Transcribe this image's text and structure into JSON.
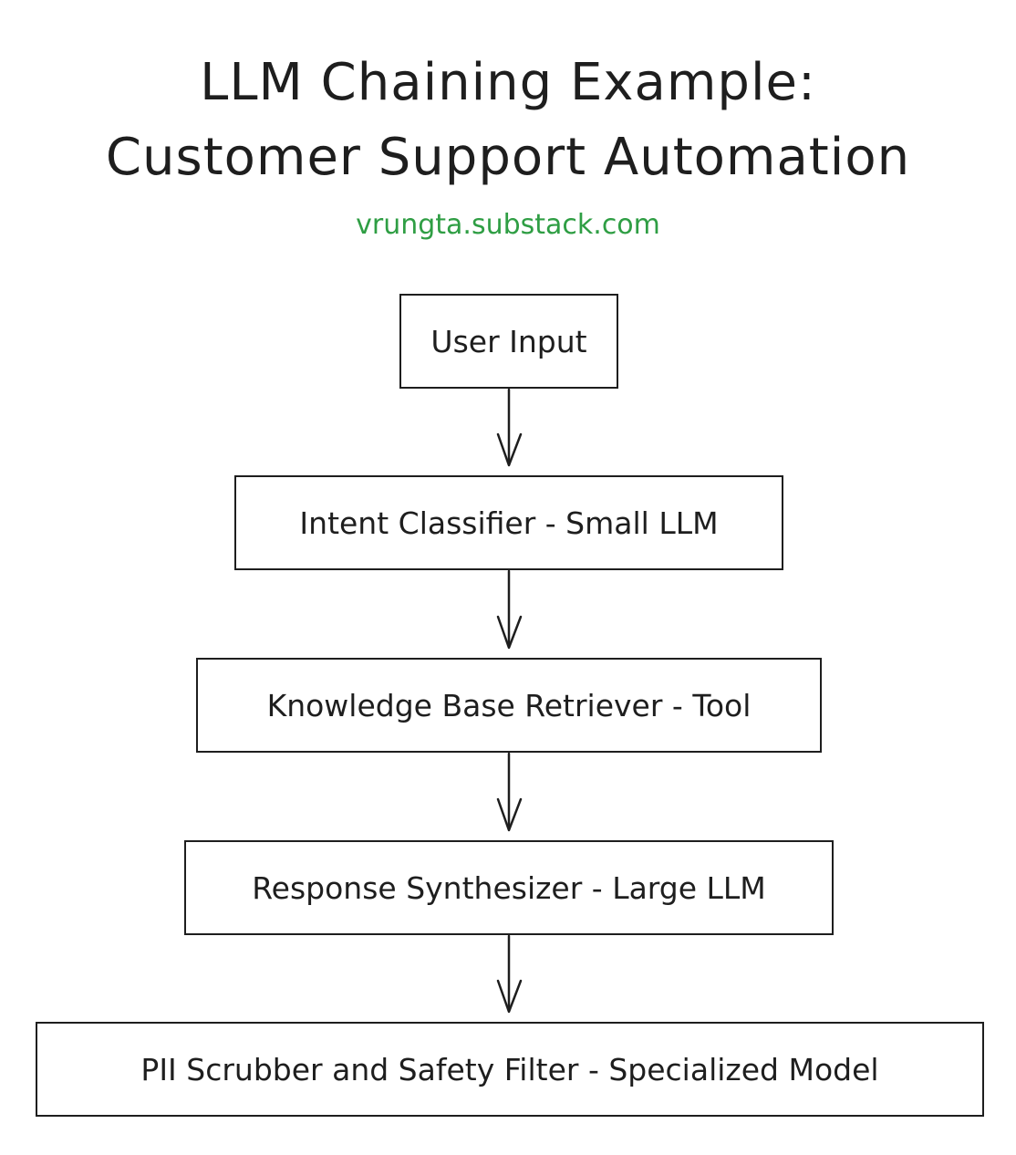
{
  "title": {
    "line1": "LLM Chaining Example:",
    "line2": "Customer Support Automation"
  },
  "subtitle": "vrungta.substack.com",
  "colors": {
    "ink": "#1e1e1e",
    "subtitle": "#2f9e44",
    "background": "#ffffff"
  },
  "nodes": [
    {
      "label": "User Input"
    },
    {
      "label": "Intent Classifier - Small LLM"
    },
    {
      "label": "Knowledge Base Retriever - Tool"
    },
    {
      "label": "Response Synthesizer - Large LLM"
    },
    {
      "label": "PII Scrubber and Safety Filter - Specialized Model"
    }
  ],
  "edges": [
    {
      "from": "User Input",
      "to": "Intent Classifier - Small LLM"
    },
    {
      "from": "Intent Classifier - Small LLM",
      "to": "Knowledge Base Retriever - Tool"
    },
    {
      "from": "Knowledge Base Retriever - Tool",
      "to": "Response Synthesizer - Large LLM"
    },
    {
      "from": "Response Synthesizer - Large LLM",
      "to": "PII Scrubber and Safety Filter - Specialized Model"
    }
  ]
}
